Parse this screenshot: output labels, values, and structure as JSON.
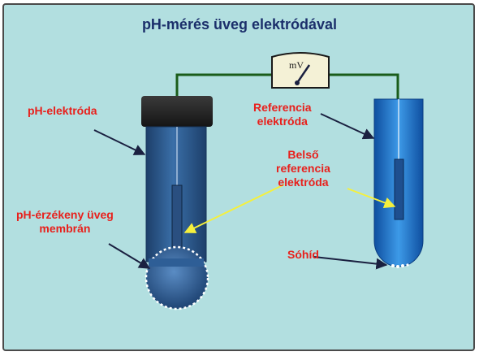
{
  "title": "pH-mérés üveg elektródával",
  "meter_unit": "mV",
  "labels": {
    "ph_electrode": "pH-elektróda",
    "glass_membrane_line1": "pH-érzékeny üveg",
    "glass_membrane_line2": "membrán",
    "reference_line1": "Referencia",
    "reference_line2": "elektróda",
    "inner_reference_line1": "Belső",
    "inner_reference_line2": "referencia",
    "inner_reference_line3": "elektróda",
    "salt_bridge": "Sóhíd"
  },
  "colors": {
    "background": "#b2dfe0",
    "title": "#1b2f6b",
    "label": "#e8201c",
    "wire": "#1a5c1a",
    "electrode_body": "#2e5e96",
    "reference_body": "#2478d0",
    "cap": "#2b2b2b",
    "pointer_arrow": "#1a2040",
    "highlight_arrow": "#f5f03c"
  }
}
